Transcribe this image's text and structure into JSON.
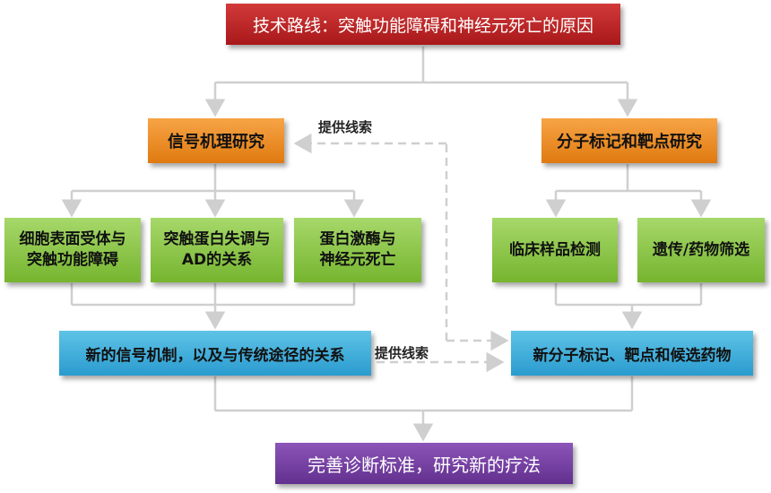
{
  "title": "技术路线：突触功能障碍和神经元死亡的原因",
  "branches": {
    "left": "信号机理研究",
    "right": "分子标记和靶点研究"
  },
  "left_items": [
    {
      "line1": "细胞表面受体与",
      "line2": "突触功能障碍"
    },
    {
      "line1": "突触蛋白失调与",
      "line2": "AD的关系"
    },
    {
      "line1": "蛋白激酶与",
      "line2": "神经元死亡"
    }
  ],
  "right_items": [
    {
      "line1": "临床样品检测"
    },
    {
      "line1": "遗传/药物筛选"
    }
  ],
  "outcomes": {
    "left": "新的信号机制，以及与传统途径的关系",
    "right": "新分子标记、靶点和候选药物"
  },
  "final": "完善诊断标准，研究新的疗法",
  "annotations": {
    "top": "提供线索",
    "bottom": "提供线索"
  }
}
